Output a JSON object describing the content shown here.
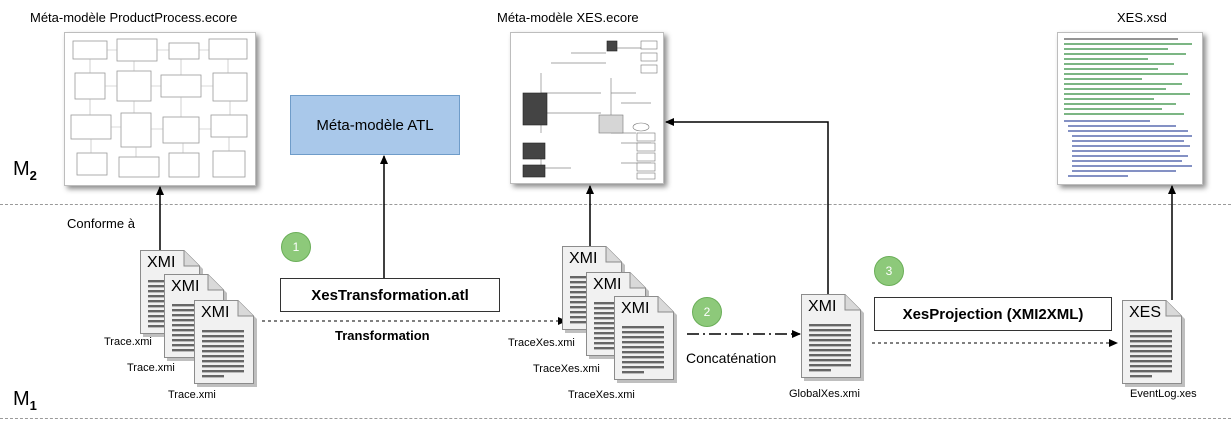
{
  "levels": {
    "m2_base": "M",
    "m2_sub": "2",
    "m1_base": "M",
    "m1_sub": "1"
  },
  "metamodels": {
    "productprocess": "Méta-modèle ProductProcess.ecore",
    "xes_ecore": "Méta-modèle XES.ecore",
    "xes_xsd": "XES.xsd",
    "atl": "Méta-modèle ATL"
  },
  "labels": {
    "conforme": "Conforme à",
    "transformation": "Transformation",
    "concatenation": "Concaténation"
  },
  "boxes": {
    "xestransformation": "XesTransformation.atl",
    "xesprojection": "XesProjection (XMI2XML)"
  },
  "steps": [
    "1",
    "2",
    "3"
  ],
  "doc_types": {
    "xmi": "XMI",
    "xes": "XES"
  },
  "files": {
    "trace": [
      "Trace.xmi",
      "Trace.xmi",
      "Trace.xmi"
    ],
    "tracexes": [
      "TraceXes.xmi",
      "TraceXes.xmi",
      "TraceXes.xmi"
    ],
    "globalxes": "GlobalXes.xmi",
    "eventlog": "EventLog.xes"
  },
  "colors": {
    "atl_fill": "#a9c8ea",
    "atl_border": "#6f9cc9",
    "step_circle": "#8dc97a",
    "doc_fill": "#f1f1f1",
    "doc_border": "#8c8c8c"
  }
}
